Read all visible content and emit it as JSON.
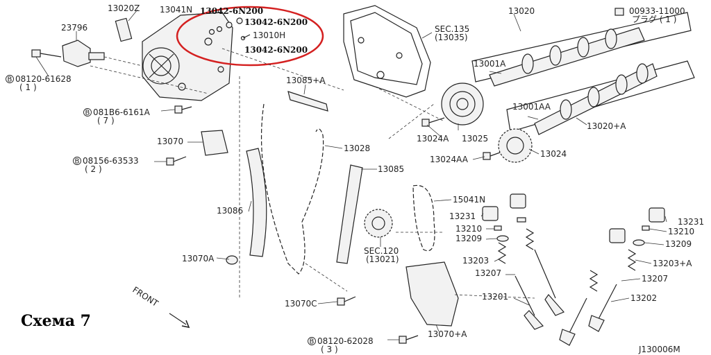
{
  "labels": {
    "p13020Z": "13020Z",
    "p13041N": "13041N",
    "p23796": "23796",
    "p08120_61628": "08120-61628",
    "p08120_61628_qty": "( 1 )",
    "p081B6_6161A": "081B6-6161A",
    "p081B6_6161A_qty": "( 7 )",
    "p13070": "13070",
    "p08156_63533": "08156-63533",
    "p08156_63533_qty": "( 2 )",
    "p13086": "13086",
    "p13070A": "13070A",
    "p13070C": "13070C",
    "p08120_62028": "08120-62028",
    "p08120_62028_qty": "( 3 )",
    "p13085A": "13085+A",
    "p13028": "13028",
    "p13085": "13085",
    "sec120": "SEC.120",
    "sec120_code": "(13021)",
    "p15041N": "15041N",
    "p13070plusA": "13070+A",
    "sec135": "SEC.135",
    "sec135_code": "(13035)",
    "p13020": "13020",
    "p00933": "00933-11000",
    "p00933_note": "プラグ ( 1 )",
    "p13001A": "13001A",
    "p13001AA": "13001AA",
    "p13020plusA": "13020+A",
    "p13024A": "13024A",
    "p13025": "13025",
    "p13024AA": "13024AA",
    "p13024": "13024",
    "p13231_left": "13231",
    "p13210_left": "13210",
    "p13209_left": "13209",
    "p13203": "13203",
    "p13207_left": "13207",
    "p13201": "13201",
    "p13231_right": "13231",
    "p13210_right": "13210",
    "p13209_right": "13209",
    "p13203plusA": "13203+A",
    "p13207_right": "13207",
    "p13202": "13202",
    "p13010H": "13010H",
    "hl_top": "13042-6N200",
    "hl_mid": "13042-6N200",
    "hl_bottom": "13042-6N200",
    "front": "FRONT",
    "caption": "Схема 7",
    "diagram_code": "J130006M",
    "bolt_marker": "B"
  },
  "colors": {
    "highlight": "#d42020",
    "ink": "#222222"
  }
}
